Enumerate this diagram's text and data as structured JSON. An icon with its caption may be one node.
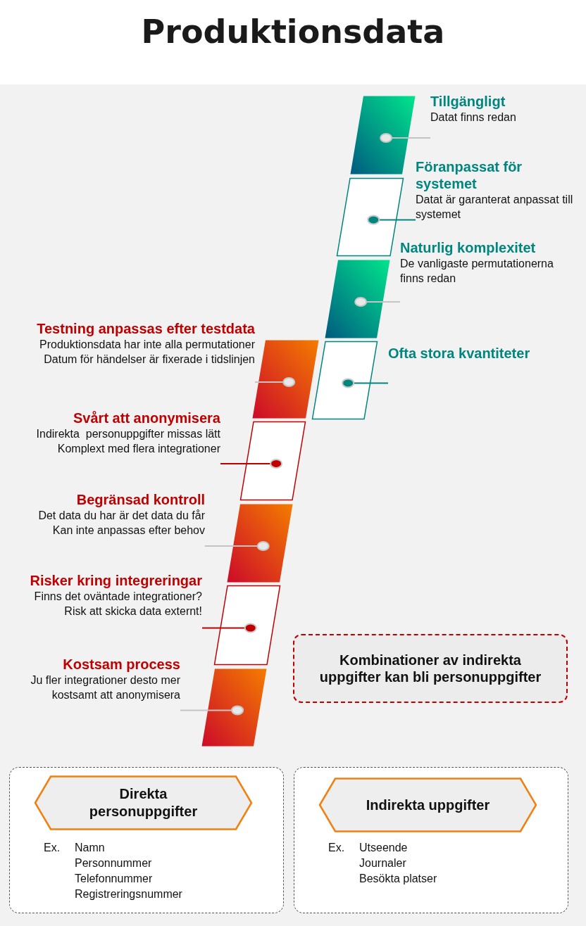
{
  "diagram": {
    "title": "Produktionsdata",
    "nodes": [
      {
        "text": [
          "Tillgängligt",
          "Datat finns redan"
        ]
      },
      {
        "text": [],
        "shape": "parallelogram"
      },
      {
        "text": [
          "Föranpassat för systemet",
          "Datat är garanterat anpassat till systemet"
        ]
      },
      {
        "text": [],
        "shape": "parallelogram"
      },
      {
        "text": [
          "Naturlig komplexitet",
          "De vanligaste permutationerna finns redan"
        ]
      },
      {
        "text": [],
        "shape": "parallelogram"
      },
      {
        "text": [
          "Ofta stora kvantiteter"
        ]
      },
      {
        "text": [],
        "shape": "parallelogram"
      },
      {
        "text": [
          "Testning anpassas efter testdata",
          "Produktionsdata har inte alla permutationer",
          "Datum för händelser är fixerade i tidslinjen"
        ]
      },
      {
        "text": [],
        "shape": "parallelogram"
      },
      {
        "text": [
          "Svårt att anonymisera",
          "Indirekta  personuppgifter missas lätt",
          "Komplext med flera integrationer"
        ]
      },
      {
        "text": [],
        "shape": "parallelogram"
      },
      {
        "text": [
          "Begränsad kontroll",
          "Det data du har är det data du får",
          "Kan inte anpassas efter behov"
        ]
      },
      {
        "text": [],
        "shape": "parallelogram"
      },
      {
        "text": [
          "Risker kring integreringar",
          "Finns det oväntade integrationer?",
          "Risk att skicka data externt!"
        ]
      },
      {
        "text": [],
        "shape": "parallelogram"
      },
      {
        "text": [
          "Kostsam process",
          "Ju fler integrationer desto mer kostsamt att anonymisera"
        ]
      },
      {
        "text": [],
        "shape": "parallelogram"
      },
      {
        "text": [
          "Kombinationer av indirekta uppgifter kan bli personuppgifter"
        ]
      },
      {
        "text": [
          "Ex.",
          "Namn",
          "Personnummer",
          "Telefonnummer",
          "Registreringsnummer"
        ]
      },
      {
        "text": [
          "Direkta personuppgifter"
        ],
        "in": 19
      },
      {
        "text": [
          "Ex.",
          "Utseende",
          "Journaler",
          "Besökta platser"
        ]
      },
      {
        "text": [
          "Indirekta uppgifter"
        ],
        "in": 21
      }
    ],
    "edges": [
      {
        "from": 0,
        "to": 1,
        "arrow": "other"
      },
      {
        "from": 2,
        "to": 3,
        "arrow": "other",
        "color": "#00857f"
      },
      {
        "from": 4,
        "to": 5,
        "arrow": "other"
      },
      {
        "from": 6,
        "to": 7,
        "arrow": "other",
        "color": "#00857f"
      },
      {
        "from": 8,
        "to": 9,
        "arrow": "other"
      },
      {
        "from": 10,
        "to": 11,
        "arrow": "other",
        "color": "#c00000"
      },
      {
        "from": 12,
        "to": 13,
        "arrow": "other"
      },
      {
        "from": 14,
        "to": 15,
        "arrow": "other",
        "color": "#c00000"
      },
      {
        "from": 16,
        "to": 17,
        "arrow": "other"
      }
    ]
  }
}
